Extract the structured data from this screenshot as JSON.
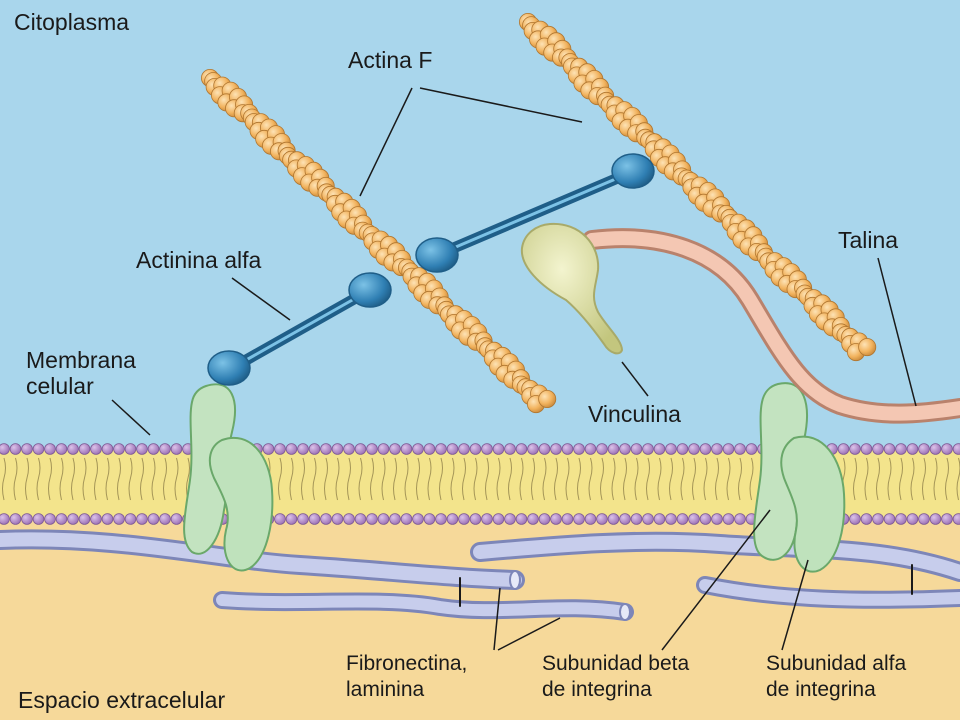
{
  "labels": {
    "cytoplasm": "Citoplasma",
    "actin_f": "Actina F",
    "actinin_alpha": "Actinina alfa",
    "membrane_line1": "Membrana",
    "membrane_line2": "celular",
    "talin": "Talina",
    "vinculin": "Vinculina",
    "fibronectin_line1": "Fibronectina,",
    "fibronectin_line2": "laminina",
    "beta_line1": "Subunidad beta",
    "beta_line2": "de integrina",
    "alpha_line1": "Subunidad alfa",
    "alpha_line2": "de integrina",
    "extracellular": "Espacio extracelular"
  },
  "colors": {
    "cytoplasm": "#a9d6ec",
    "extracellular": "#f6d99a",
    "membrane_core": "#f3e48c",
    "phospholipid_head": "#b088c4",
    "actin_bead": "#f2b35e",
    "actinin": "#2f7fb3",
    "integrin": "#c3e3c0",
    "talin": "#f0b9a2",
    "vinculin": "#d9dca0",
    "fiber": "#b6bde0"
  }
}
